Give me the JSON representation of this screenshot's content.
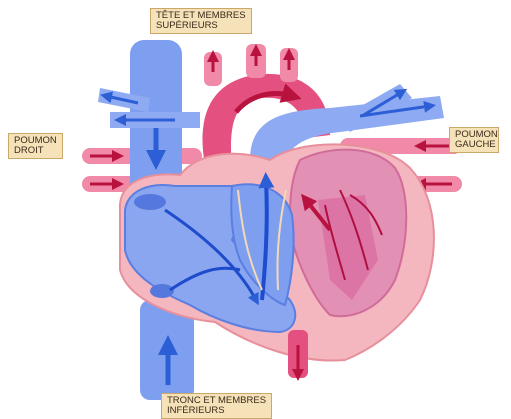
{
  "labels": {
    "top": {
      "line1": "TÊTE ET MEMBRES",
      "line2": "SUPÉRIEURS"
    },
    "left": {
      "line1": "POUMON",
      "line2": "DROIT"
    },
    "right": {
      "line1": "POUMON",
      "line2": "GAUCHE"
    },
    "bottom": {
      "line1": "TRONC ET MEMBRES",
      "line2": "INFÉRIEURS"
    }
  },
  "colors": {
    "deoxygenated_blood": "#6f8fe6",
    "oxygenated_blood": "#e0507e",
    "heart_wall": "#f4b6bf",
    "label_background": "#f5e2b8"
  }
}
